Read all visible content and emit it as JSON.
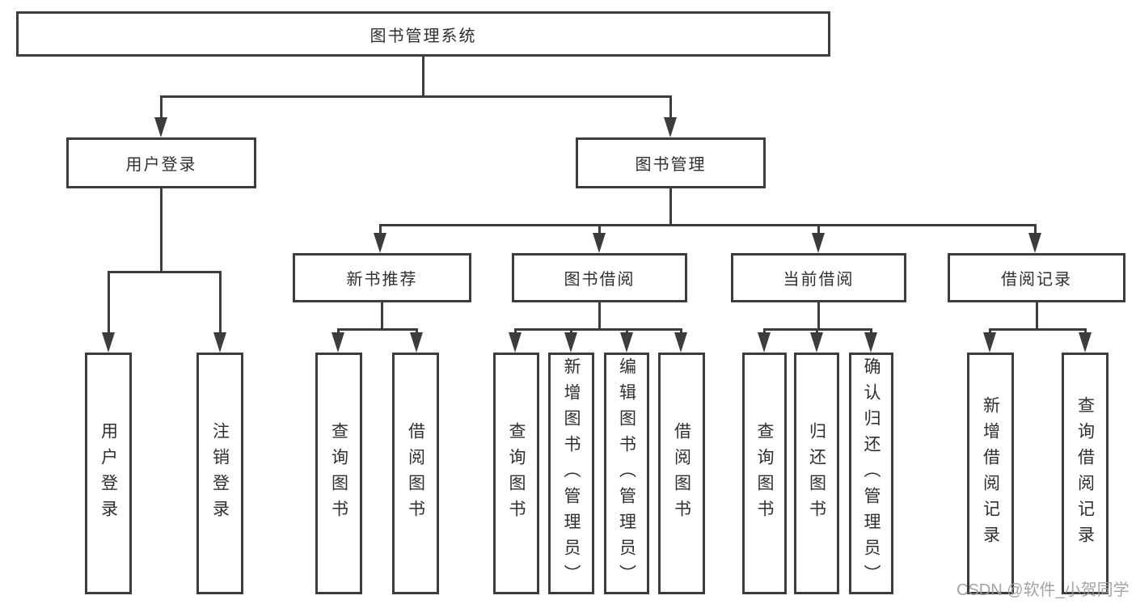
{
  "nodes": {
    "root": {
      "label": "图书管理系统"
    },
    "user_login": {
      "label": "用户登录"
    },
    "book_mgmt": {
      "label": "图书管理"
    },
    "new_book_rec": {
      "label": "新书推荐"
    },
    "book_borrow": {
      "label": "图书借阅"
    },
    "current_borrow": {
      "label": "当前借阅"
    },
    "borrow_records": {
      "label": "借阅记录"
    },
    "leaf_user_login": {
      "label": "用户登录"
    },
    "leaf_logout": {
      "label": "注销登录"
    },
    "leaf_nbr_query": {
      "label": "查询图书"
    },
    "leaf_nbr_borrow": {
      "label": "借阅图书"
    },
    "leaf_bb_query": {
      "label": "查询图书"
    },
    "leaf_bb_add": {
      "label": "新增图书（管理员）"
    },
    "leaf_bb_edit": {
      "label": "编辑图书（管理员）"
    },
    "leaf_bb_borrow": {
      "label": "借阅图书"
    },
    "leaf_cb_query": {
      "label": "查询图书"
    },
    "leaf_cb_return": {
      "label": "归还图书"
    },
    "leaf_cb_confirm": {
      "label": "确认归还（管理员）"
    },
    "leaf_br_add": {
      "label": "新增借阅记录"
    },
    "leaf_br_query": {
      "label": "查询借阅记录"
    }
  },
  "watermark": {
    "text": "CSDN @软件_小贺同学"
  },
  "colors": {
    "line": "#3c3c3c",
    "text": "#2f2f2f",
    "watermark": "#9e9e9e",
    "background": "#ffffff"
  }
}
